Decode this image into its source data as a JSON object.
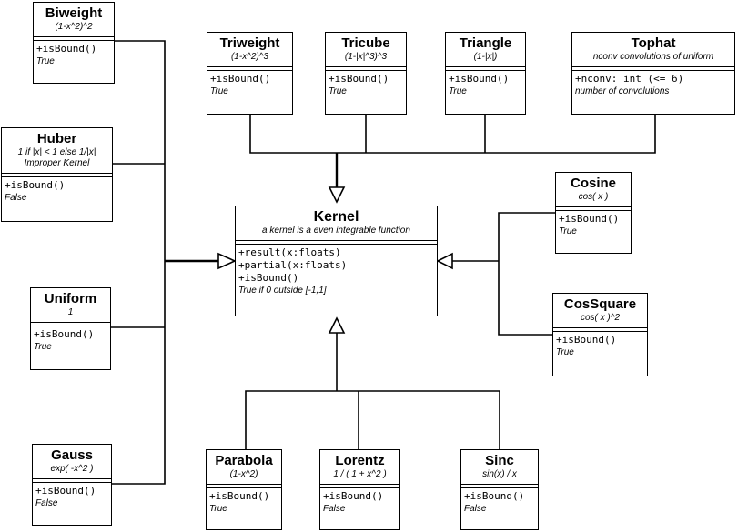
{
  "classes": {
    "kernel": {
      "name": "Kernel",
      "description": "a kernel is a even integrable function",
      "operations": [
        "+result(x:floats)",
        "+partial(x:floats)",
        "+isBound()"
      ],
      "note": "True if 0 outside [-1,1]"
    },
    "biweight": {
      "name": "Biweight",
      "formula": "(1-x^2)^2",
      "operation": "+isBound()",
      "returns": "True"
    },
    "huber": {
      "name": "Huber",
      "formula": "1 if |x| < 1 else 1/|x|",
      "formula2": "Improper Kernel",
      "operation": "+isBound()",
      "returns": "False"
    },
    "uniform": {
      "name": "Uniform",
      "formula": "1",
      "operation": "+isBound()",
      "returns": "True"
    },
    "gauss": {
      "name": "Gauss",
      "formula": "exp( -x^2 )",
      "operation": "+isBound()",
      "returns": "False"
    },
    "triweight": {
      "name": "Triweight",
      "formula": "(1-x^2)^3",
      "operation": "+isBound()",
      "returns": "True"
    },
    "tricube": {
      "name": "Tricube",
      "formula": "(1-|x|^3)^3",
      "operation": "+isBound()",
      "returns": "True"
    },
    "triangle": {
      "name": "Triangle",
      "formula": "(1-|x|)",
      "operation": "+isBound()",
      "returns": "True"
    },
    "tophat": {
      "name": "Tophat",
      "formula": "nconv convolutions of uniform",
      "attribute": "+nconv: int (<= 6)",
      "attribute_note": "number of convolutions"
    },
    "cosine": {
      "name": "Cosine",
      "formula": "cos( x )",
      "operation": "+isBound()",
      "returns": "True"
    },
    "cossquare": {
      "name": "CosSquare",
      "formula": "cos( x )^2",
      "operation": "+isBound()",
      "returns": "True"
    },
    "parabola": {
      "name": "Parabola",
      "formula": "(1-x^2)",
      "operation": "+isBound()",
      "returns": "True"
    },
    "lorentz": {
      "name": "Lorentz",
      "formula": "1 / ( 1 + x^2 )",
      "operation": "+isBound()",
      "returns": "False"
    },
    "sinc": {
      "name": "Sinc",
      "formula": "sin(x) / x",
      "operation": "+isBound()",
      "returns": "False"
    }
  },
  "colors": {
    "line": "#000000",
    "background": "#ffffff"
  }
}
